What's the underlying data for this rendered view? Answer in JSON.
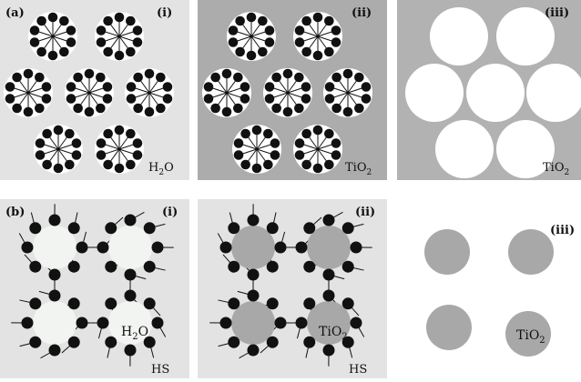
{
  "colors": {
    "panel_light": "#e3e3e3",
    "panel_dark": "#acacac",
    "panel_medium": "#b2b2b2",
    "head_black": "#111111",
    "white": "#ffffff",
    "core_light": "#f2f4f2",
    "core_gray": "#a8a8a8",
    "text": "#111111"
  },
  "row_labels": {
    "a": "(a)",
    "b": "(b)"
  },
  "panel_labels": {
    "i": "(i)",
    "ii": "(ii)",
    "iii": "(iii)"
  },
  "labels": {
    "water": "H",
    "water_sub": "2",
    "water_tail": "O",
    "titania": "TiO",
    "titania_sub": "2",
    "hs": "HS"
  }
}
